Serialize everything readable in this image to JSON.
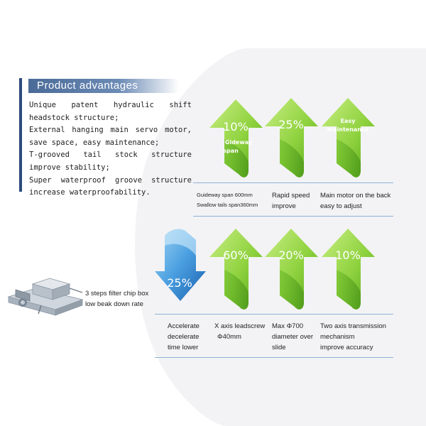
{
  "advantages": {
    "title": "Product advantages",
    "items": [
      "Unique patent hydraulic shift headstock structure;",
      "External hanging main servo motor, save space, easy maintenance;",
      "T-grooved tail stock structure improve stability;",
      "Super waterproof groove structure increase waterproofability."
    ]
  },
  "row1": {
    "arrows": [
      {
        "value": "10%",
        "sub1": "Gideway",
        "sub2": "span"
      },
      {
        "value": "25%"
      },
      {
        "sub1": "Easy",
        "sub2": "maintenance"
      }
    ],
    "desc": [
      {
        "line1": "Guideway span 600mm",
        "line2": "Swallow tails span360mm"
      },
      {
        "line1": "Rapid speed",
        "line2": "improve"
      },
      {
        "line1": "Main motor on the back",
        "line2": "easy to adjust"
      }
    ]
  },
  "row2": {
    "down_arrow": {
      "value": "25%"
    },
    "arrows": [
      {
        "value": "60%"
      },
      {
        "value": "20%"
      },
      {
        "value": "10%"
      }
    ],
    "desc": [
      {
        "line1": "Accelerate",
        "line2": "decelerate",
        "line3": "time lower"
      },
      {
        "line1": "X axis leadscrew",
        "line2": "Φ40mm"
      },
      {
        "line1": "Max Φ700",
        "line2": "diameter over",
        "line3": "slide"
      },
      {
        "line1": "Two axis transmission",
        "line2": "mechanism",
        "line3": "improve accuracy"
      }
    ]
  },
  "chipbox": {
    "line1": "3 steps filter chip box",
    "line2": "low beak down rate"
  },
  "colors": {
    "green_light": "#b6e36a",
    "green_dark": "#5cae1e",
    "blue_light": "#7fc3ee",
    "blue_dark": "#1f6fc0",
    "header_blue": "#4a6b98",
    "rule": "#8fb0d6"
  }
}
